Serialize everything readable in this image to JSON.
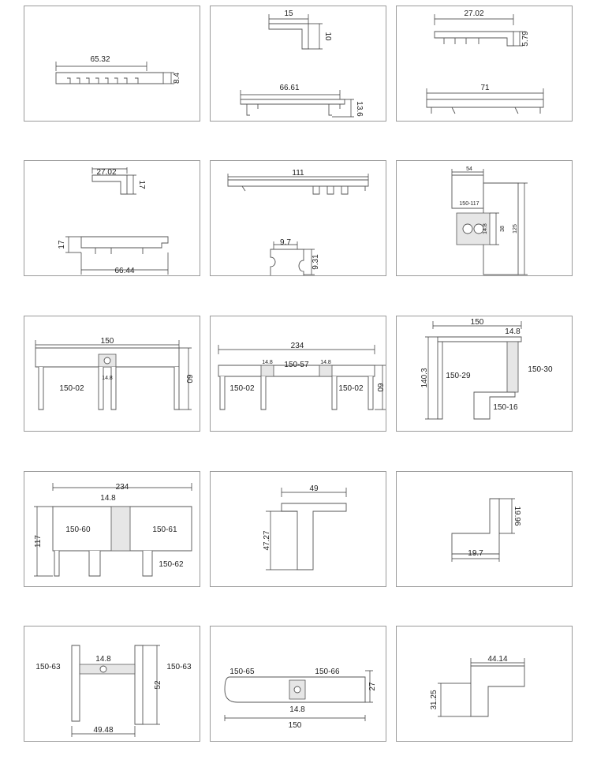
{
  "cells": [
    {
      "dims": [
        "65.32",
        "8.4"
      ]
    },
    {
      "dims": [
        "15",
        "10",
        "66.61",
        "13.6"
      ]
    },
    {
      "dims": [
        "27.02",
        "5.79",
        "71"
      ]
    },
    {
      "dims": [
        "27.02",
        "17",
        "17",
        "66.44"
      ]
    },
    {
      "dims": [
        "111",
        "9.7",
        "9.31"
      ]
    },
    {
      "dims": [
        "54",
        "150-117",
        "38",
        "14.8",
        "125"
      ]
    },
    {
      "dims": [
        "150",
        "14.8",
        "150-02",
        "60"
      ]
    },
    {
      "dims": [
        "234",
        "14.8",
        "14.8",
        "150-57",
        "150-02",
        "150-02",
        "60"
      ]
    },
    {
      "dims": [
        "150",
        "14.8",
        "140.3",
        "150-29",
        "150-30",
        "150-16"
      ]
    },
    {
      "dims": [
        "234",
        "14.8",
        "117",
        "150-60",
        "150-61",
        "150-62"
      ]
    },
    {
      "dims": [
        "49",
        "47.27"
      ]
    },
    {
      "dims": [
        "19.96",
        "19.7"
      ]
    },
    {
      "dims": [
        "150-63",
        "14.8",
        "52",
        "150-63",
        "49.48"
      ]
    },
    {
      "dims": [
        "150-65",
        "150-66",
        "27",
        "14.8",
        "150"
      ]
    },
    {
      "dims": [
        "44.14",
        "31.25"
      ]
    }
  ]
}
